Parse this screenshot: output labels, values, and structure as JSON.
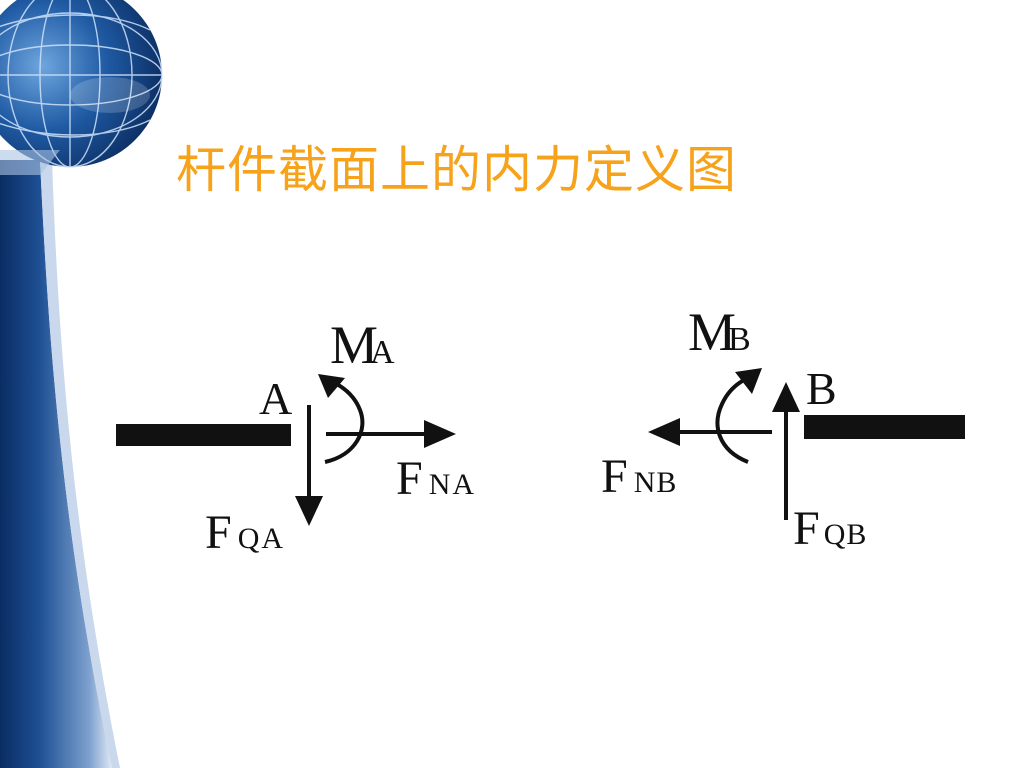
{
  "title": "杆件截面上的内力定义图",
  "diagram": {
    "left": {
      "moment": {
        "main": "M",
        "sub": "A"
      },
      "point": "A",
      "normal_force": {
        "main": "F",
        "sub": "NA"
      },
      "shear_force": {
        "main": "F",
        "sub": "QA"
      }
    },
    "right": {
      "moment": {
        "main": "M",
        "sub": "B"
      },
      "point": "B",
      "normal_force": {
        "main": "F",
        "sub": "NB"
      },
      "shear_force": {
        "main": "F",
        "sub": "QB"
      }
    }
  },
  "colors": {
    "title": "#f7a21b",
    "band_dark": "#0b3a78",
    "band_light": "#b9cbe4",
    "ink": "#111111"
  }
}
